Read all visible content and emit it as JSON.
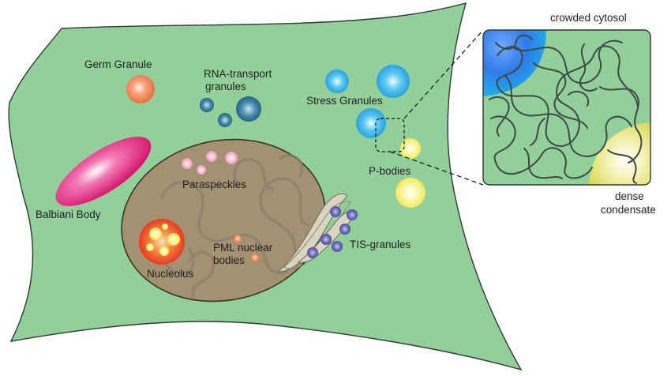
{
  "labels": {
    "germ_granule": "Germ Granule",
    "rna_transport_1": "RNA-transport",
    "rna_transport_2": "granules",
    "stress_granules": "Stress Granules",
    "p_bodies": "P-bodies",
    "balbiani_body": "Balbiani Body",
    "paraspeckles": "Paraspeckles",
    "nucleolus": "Nucleolus",
    "pml_1": "PML nuclear",
    "pml_2": "bodies",
    "tis_granules": "TIS-granules",
    "crowded_cytosol": "crowded cytosol",
    "dense_1": "dense",
    "dense_2": "condensate"
  },
  "colors": {
    "cytoplasm": "#93cf9b",
    "outline": "#2f3a33",
    "nucleus": "#a39272",
    "balbiani": "#e6197a",
    "germ": "#f07e4c",
    "rna_transport": "#1f6f8e",
    "stress": "#22aee8",
    "p_body": "#f5f05a",
    "paraspeckle": "#f3a4c0",
    "nucleolus": "#e8321e",
    "pml": "#f38a54",
    "tis": "#5a5aa6",
    "er": "#d9d5c0",
    "chain": "#3b4a44"
  }
}
